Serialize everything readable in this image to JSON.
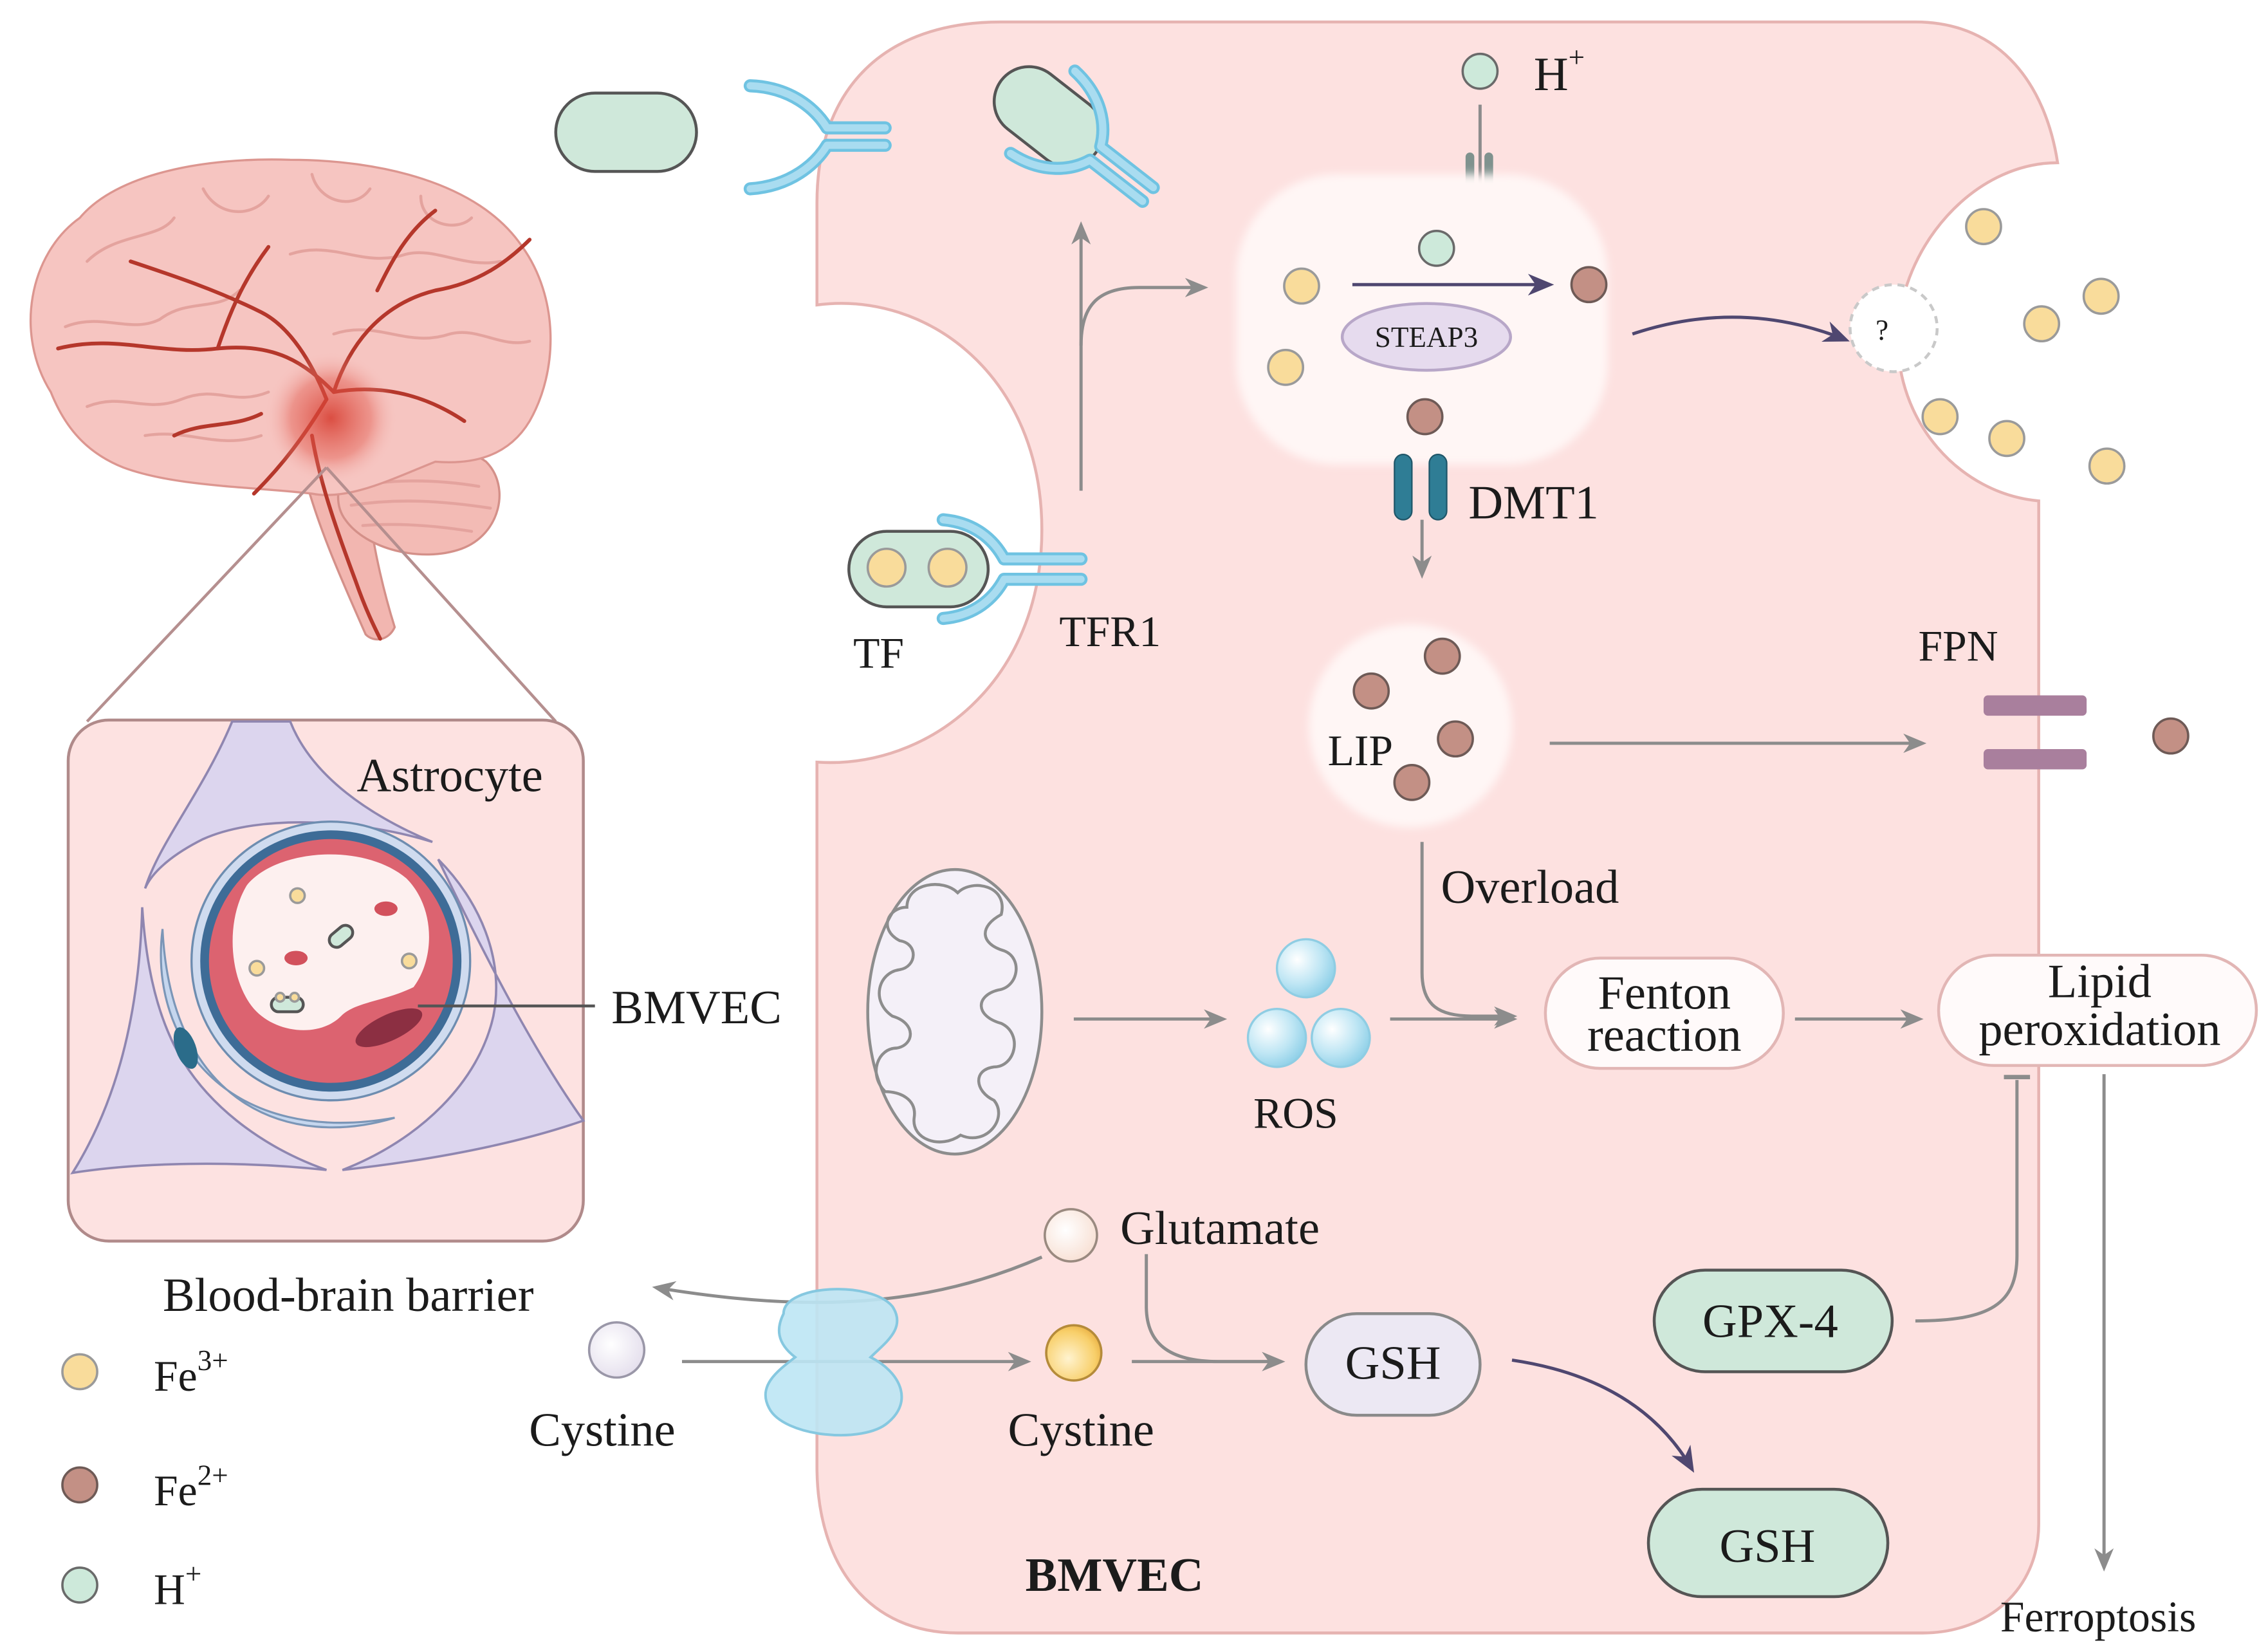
{
  "figure": {
    "panel_astrocyte": "Astrocyte",
    "panel_bmvec": "BMVEC",
    "panel_caption": "Blood-brain barrier"
  },
  "legend": [
    {
      "base": "Fe",
      "sup": "3+",
      "icon": "fe3-ion"
    },
    {
      "base": "Fe",
      "sup": "2+",
      "icon": "fe2-ion"
    },
    {
      "base": "H",
      "sup": "+",
      "icon": "h-ion"
    }
  ],
  "cell": {
    "label": "BMVEC",
    "h_ion": {
      "base": "H",
      "sup": "+"
    },
    "steap3": "STEAP3",
    "dmt1": "DMT1",
    "unknown_exporter": "?",
    "tf": "TF",
    "tfr1": "TFR1",
    "lip": "LIP",
    "fpn": "FPN",
    "overload": "Overload",
    "ros": "ROS",
    "fenton": [
      "Fenton",
      "reaction"
    ],
    "lipid_peroxidation": [
      "Lipid",
      "peroxidation"
    ],
    "ferroptosis": "Ferroptosis",
    "gpx4": "GPX-4",
    "glutamate": "Glutamate",
    "gsh": "GSH",
    "gsh_exported": "GSH",
    "cystine_extracellular": "Cystine",
    "cystine_intracellular": "Cystine"
  },
  "colors": {
    "fe3": "#f9dc9b",
    "fe2": "#c39085",
    "h_ion": "#cde9da",
    "cell": "#fde1e0",
    "transferrin": "#cfe8da",
    "receptor": "#a9dcf0",
    "dmt1": "#2f7d95",
    "fpn": "#a97f9d",
    "arrow": "#8c8c8c",
    "signal_arrow": "#4f4770",
    "gpx4": "#cfe8da",
    "vessel": "#b5372b"
  }
}
